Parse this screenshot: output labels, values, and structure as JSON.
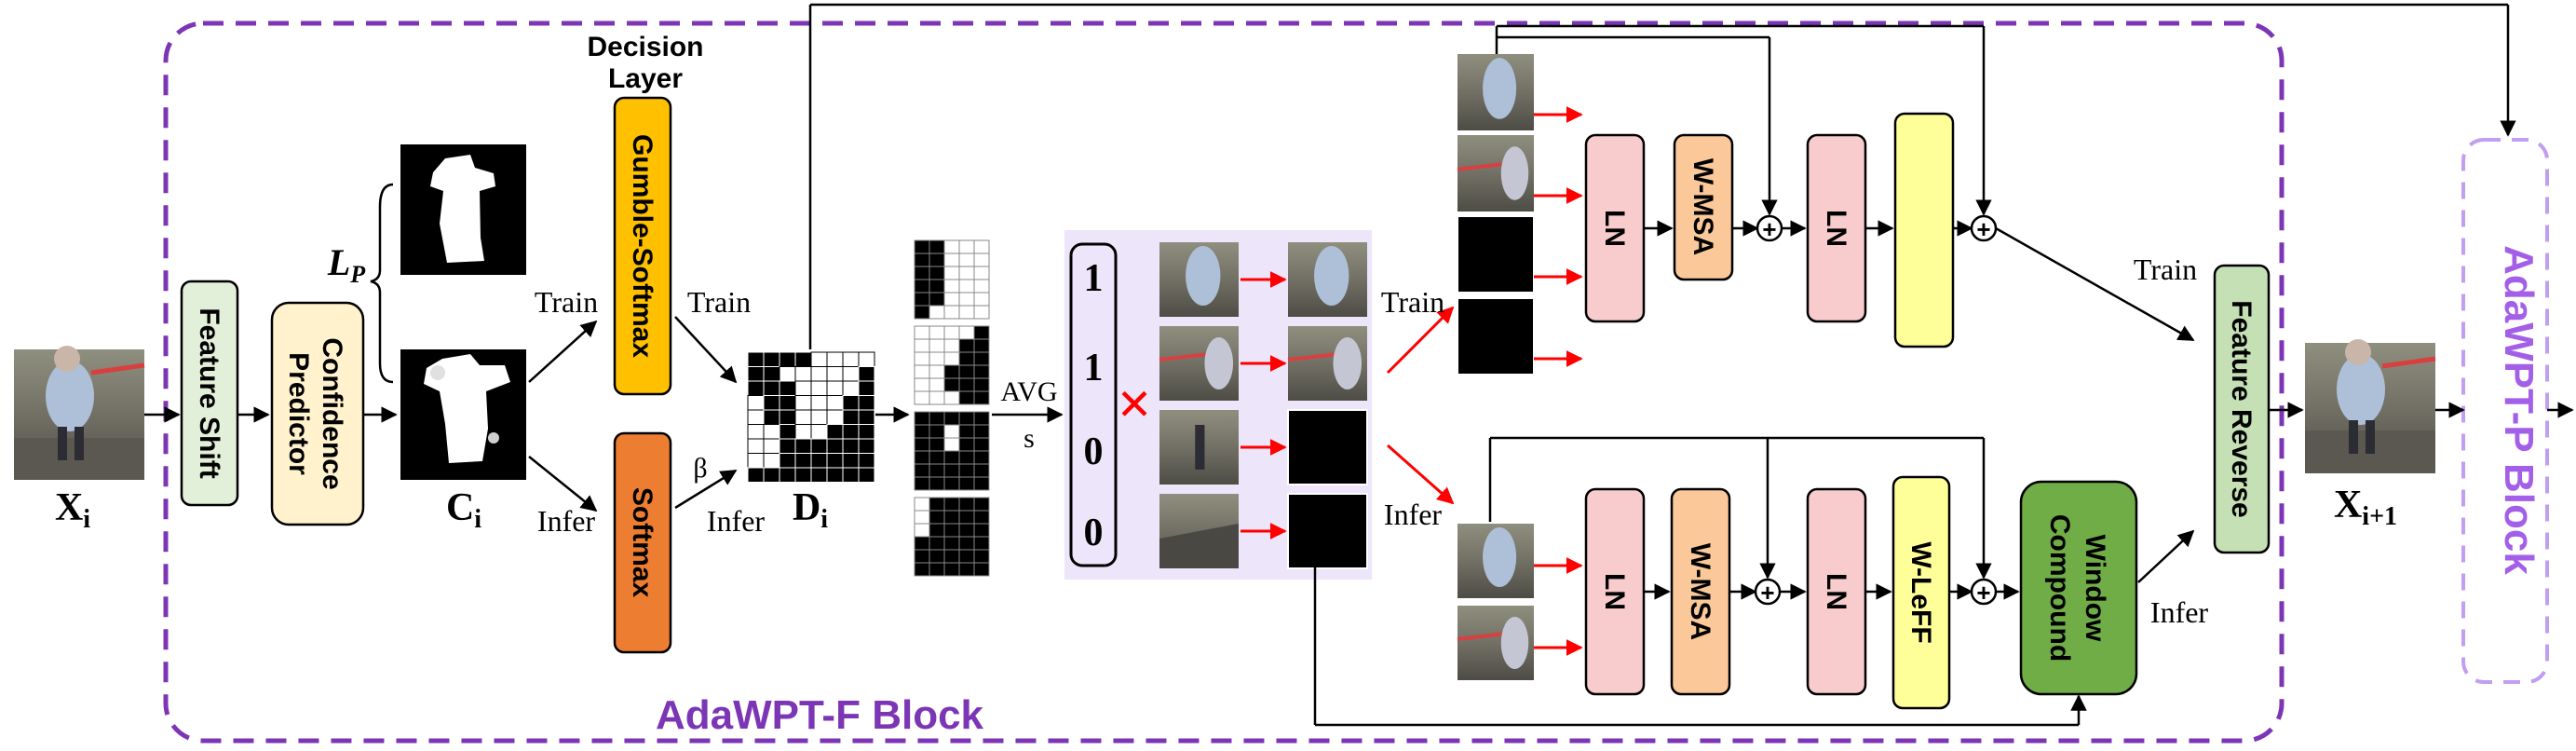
{
  "colors": {
    "dash_purple": "#7b35b5",
    "dash_light_purple": "#c29ef0",
    "feature_shift": "#e2f0d9",
    "confidence": "#fff2cc",
    "gumbel": "#ffc000",
    "softmax": "#ed7d31",
    "ln": "#f8cbcc",
    "wmsa": "#fbc999",
    "ffn": "#ffff99",
    "window": "#70ad47",
    "feature_reverse": "#c5e0b4",
    "panel": "#ede5fa",
    "red": "#ff0000"
  },
  "labels": {
    "x_i": "X",
    "x_i_sub": "i",
    "c_i": "C",
    "c_i_sub": "i",
    "d_i": "D",
    "d_i_sub": "i",
    "x_next": "X",
    "x_next_sub": "i+1",
    "lp": "L",
    "lp_sub": "P",
    "feature_shift": "Feature Shift",
    "confidence_line1": "Confidence",
    "confidence_line2": "Predictor",
    "decision_line1": "Decision",
    "decision_line2": "Layer",
    "gumbel": "Gumble-Softmax",
    "softmax": "Softmax",
    "train": "Train",
    "infer": "Infer",
    "beta": "β",
    "avg_line1": "AVG",
    "avg_line2": "s",
    "mask_values": [
      "1",
      "1",
      "0",
      "0"
    ],
    "cross": "✕",
    "ln": "LN",
    "wmsa": "W-MSA",
    "wleff": "W-LeFF",
    "window_line1": "Window",
    "window_line2": "Compound",
    "feature_reverse": "Feature Reverse",
    "block_f": "AdaWPT-F Block",
    "block_p": "AdaWPT-P Block",
    "plus": "+"
  }
}
